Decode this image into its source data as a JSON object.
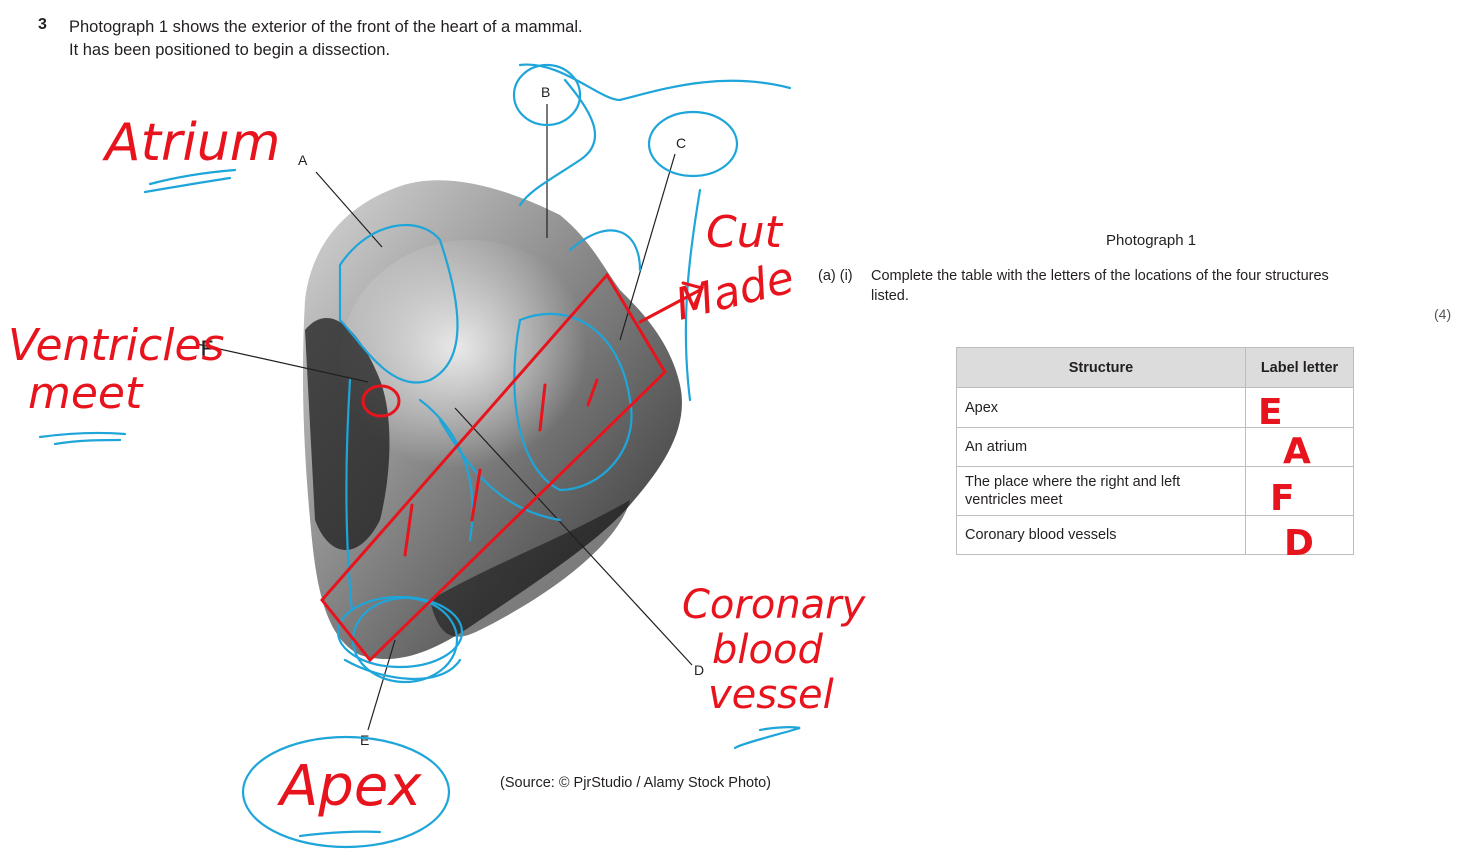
{
  "question": {
    "number": "3",
    "stem_line1": "Photograph 1 shows the exterior of the front of the heart of a mammal.",
    "stem_line2": "It has been positioned to begin a dissection."
  },
  "photo": {
    "caption": "Photograph 1",
    "source": "(Source: © PjrStudio / Alamy Stock Photo)",
    "labels": {
      "A": "A",
      "B": "B",
      "C": "C",
      "D": "D",
      "E": "E",
      "F": "F"
    }
  },
  "part": {
    "label": "(a)  (i)",
    "instruction": "Complete the table with the letters of the locations of the four structures listed.",
    "marks": "(4)"
  },
  "table": {
    "headers": [
      "Structure",
      "Label letter"
    ],
    "rows": [
      {
        "structure": "Apex",
        "answer": "E"
      },
      {
        "structure": "An atrium",
        "answer": "A"
      },
      {
        "structure": "The place where the right and left ventricles meet",
        "answer": "F"
      },
      {
        "structure": "Coronary blood vessels",
        "answer": "D"
      }
    ]
  },
  "annotations": {
    "atrium": "Atrium",
    "ventricles_line1": "Ventricles",
    "ventricles_line2": "meet",
    "cut_line1": "Cut",
    "cut_line2": "Made",
    "coronary_line1": "Coronary",
    "coronary_line2": "blood",
    "coronary_line3": "vessel",
    "apex": "Apex"
  },
  "colors": {
    "ink_red": "#e8141d",
    "ink_blue": "#1ea5d9",
    "text": "#231f20"
  }
}
